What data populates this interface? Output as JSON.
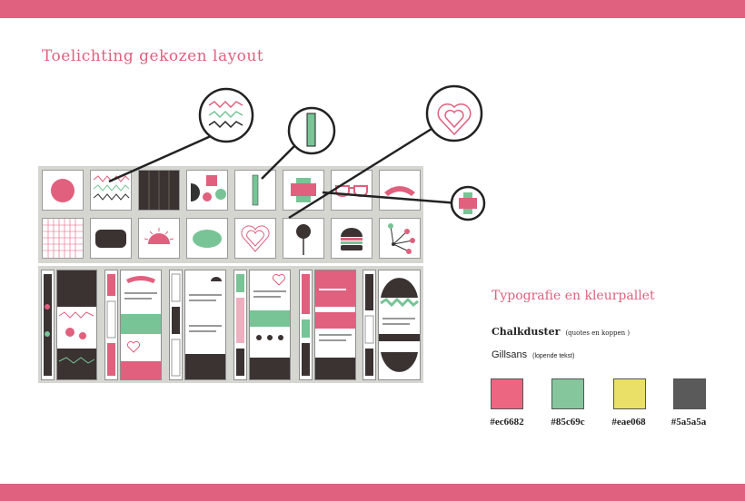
{
  "header": {
    "title": "Toelichting gekozen layout"
  },
  "typography": {
    "title": "Typografie en kleurpallet",
    "fonts": [
      {
        "name": "Chalkduster",
        "note": "(quotes en koppen )"
      },
      {
        "name": "Gillsans",
        "note": "(lopende tekst)"
      }
    ]
  },
  "palette": [
    {
      "hex": "#ec6682",
      "label": "#ec6682"
    },
    {
      "hex": "#85c69c",
      "label": "#85c69c"
    },
    {
      "hex": "#eae068",
      "label": "#eae068"
    },
    {
      "hex": "#5a5a5a",
      "label": "#5a5a5a"
    }
  ],
  "colors": {
    "accent_bar": "#e06080",
    "title_color": "#e0607e"
  },
  "icons": {
    "row1": [
      "pink-circle-icon",
      "wavy-lines-icon",
      "wood-panel-icon",
      "shapes-icon",
      "green-bar-icon",
      "speech-banner-icon",
      "glasses-icon",
      "ribbon-icon"
    ],
    "row2": [
      "grid-pattern-icon",
      "dark-pill-icon",
      "sunrise-icon",
      "green-oval-icon",
      "heart-outline-icon",
      "lollipop-icon",
      "burger-icon",
      "dot-branch-icon"
    ],
    "callouts": [
      "wavy-lines-zoom-icon",
      "green-bar-zoom-icon",
      "heart-zoom-icon",
      "speech-banner-zoom-icon"
    ]
  }
}
